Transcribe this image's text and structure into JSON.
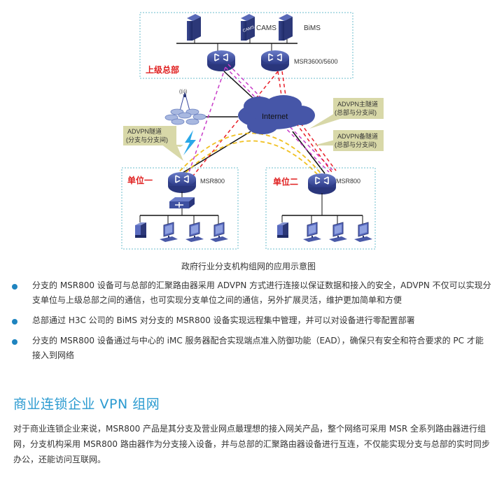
{
  "diagram": {
    "hq_label": "上级总部",
    "servers": [
      "",
      "CAMS",
      "BiMS"
    ],
    "cams_badge": "CAMS",
    "hq_router_model": "MSR3600/5600",
    "cloud_label": "Internet",
    "callouts": {
      "branch_tunnel": [
        "ADVPN隧道",
        "(分支与分支间)"
      ],
      "main_tunnel": [
        "ADVPN主隧道",
        "(总部与分支间)"
      ],
      "backup_tunnel": [
        "ADVPN备隧道",
        "(总部与分支间)"
      ]
    },
    "unit1_label": "单位一",
    "unit2_label": "单位二",
    "branch_router_model": "MSR800",
    "colors": {
      "box_border": "#6bbccc",
      "device_blue": "#3d4fa0",
      "cloud": "#4656a8",
      "unit_label": "#e02020",
      "dash_red": "#e8202a",
      "dash_magenta": "#c83cc8",
      "dash_yellow": "#f0c020",
      "callout_bg": "#d8d8a8",
      "bolt": "#2aa8e8"
    }
  },
  "caption": "政府行业分支机构组网的应用示意图",
  "bullets": [
    "分支的 MSR800 设备可与总部的汇聚路由器采用 ADVPN 方式进行连接以保证数据和接入的安全，ADVPN 不仅可以实现分支单位与上级总部之间的通信，也可实现分支单位之间的通信，另外扩展灵活，维护更加简单和方便",
    "总部通过 H3C 公司的 BiMS 对分支的 MSR800 设备实现远程集中管理，并可以对设备进行零配置部署",
    "分支的 MSR800 设备通过与中心的 iMC 服务器配合实现端点准入防御功能（EAD），确保只有安全和符合要求的 PC 才能接入到网络"
  ],
  "section": {
    "title": "商业连锁企业 VPN 组网",
    "paragraph": "对于商业连锁企业来说，MSR800 产品是其分支及营业网点最理想的接入网关产品，整个网络可采用 MSR 全系列路由器进行组网，分支机构采用 MSR800 路由器作为分支接入设备，并与总部的汇聚路由器设备进行互连，不仅能实现分支与总部的实时同步办公，还能访问互联网。"
  }
}
